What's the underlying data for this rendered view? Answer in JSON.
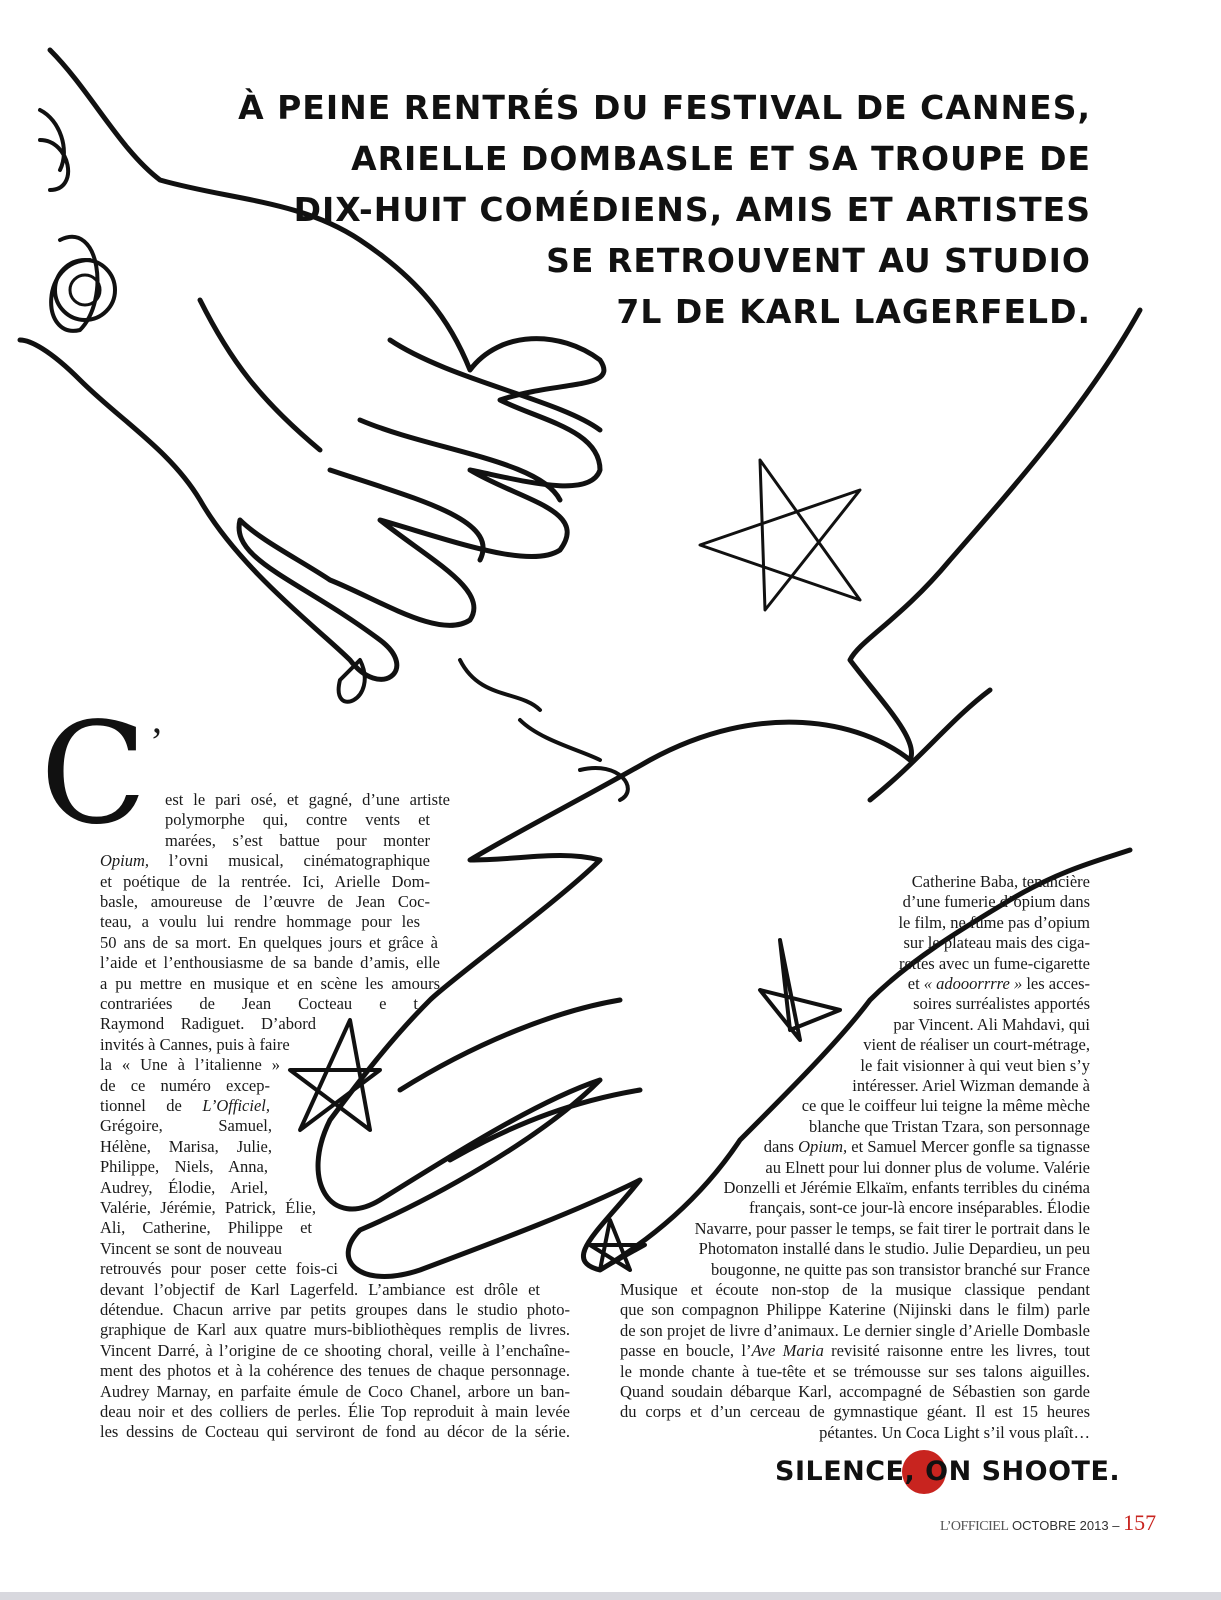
{
  "headline": [
    "À PEINE RENTRÉS DU FESTIVAL DE CANNES,",
    "ARIELLE DOMBASLE ET SA TROUPE DE",
    "DIX-HUIT COMÉDIENS, AMIS ET ARTISTES",
    "SE RETROUVENT AU STUDIO",
    "7L DE KARL LAGERFELD."
  ],
  "dropcap": "C",
  "dropcap_apostrophe": "’",
  "left_column": [
    "est le pari osé, et gagné, d’une artiste",
    "polymorphe qui, contre vents et",
    "marées, s’est battue pour monter",
    [
      [
        "Opium,",
        true
      ],
      [
        " l’ovni musical, cinématographique",
        false
      ]
    ],
    "et poétique de la rentrée. Ici, Arielle Dom-",
    "basle, amoureuse de l’œuvre de Jean Coc-",
    "teau, a voulu lui rendre hommage pour les",
    "50 ans de sa mort. En quelques jours et grâce à",
    "l’aide et l’enthousiasme de sa bande d’amis, elle",
    "a pu mettre en musique et en scène les amours",
    "contrariées de Jean Cocteau e t",
    "Raymond Radiguet. D’abord",
    "invités à Cannes, puis à faire",
    "la « Une à l’italienne »",
    "de ce numéro excep-",
    [
      [
        "tionnel de ",
        false
      ],
      [
        "L’Officiel,",
        true
      ]
    ],
    "Grégoire, Samuel,",
    "Hélène, Marisa, Julie,",
    "Philippe, Niels, Anna,",
    "Audrey, Élodie, Ariel,",
    "Valérie, Jérémie, Patrick, Élie,",
    "Ali, Catherine, Philippe et",
    "Vincent se sont de nouveau",
    "retrouvés pour poser cette fois-ci",
    "devant l’objectif de Karl Lagerfeld. L’ambiance est drôle et",
    "détendue. Chacun arrive par petits groupes dans le studio photo-",
    "graphique de Karl aux quatre murs-bibliothèques remplis de livres.",
    "Vincent Darré, à l’origine de ce shooting choral, veille à l’enchaîne-",
    "ment des photos et à la cohérence des tenues de chaque personnage.",
    "Audrey Marnay, en parfaite émule de Coco Chanel, arbore un ban-",
    "deau noir et des colliers de perles. Élie Top reproduit à main levée",
    "les dessins de Cocteau qui serviront de fond au décor de la série."
  ],
  "right_column": [
    "Catherine Baba, tenancière",
    "d’une fumerie d’opium dans",
    "le film, ne fume pas d’opium",
    "sur le plateau mais des ciga-",
    "rettes avec un fume-cigarette",
    [
      [
        "et ",
        false
      ],
      [
        "« adooorrrre »",
        true
      ],
      [
        " les acces-",
        false
      ]
    ],
    "soires surréalistes apportés",
    "par Vincent. Ali Mahdavi, qui",
    "vient de réaliser un court-métrage,",
    "le fait visionner à qui veut bien s’y",
    "intéresser. Ariel Wizman demande à",
    "ce que le coiffeur lui teigne la même mèche",
    "blanche que Tristan Tzara, son personnage",
    [
      [
        "dans ",
        false
      ],
      [
        "Opium,",
        true
      ],
      [
        " et Samuel Mercer gonfle sa tignasse",
        false
      ]
    ],
    "au Elnett pour lui donner plus de volume. Valérie",
    "Donzelli et Jérémie Elkaïm, enfants terribles du cinéma",
    "français, sont-ce jour-là encore inséparables. Élodie",
    "Navarre, pour passer le temps, se fait tirer le portrait dans le",
    "Photomaton installé dans le studio. Julie Depardieu, un peu",
    "bougonne, ne quitte pas son transistor branché sur France",
    "Musique et écoute non-stop de la musique classique pendant",
    "que son compagnon Philippe Katerine (Nijinski dans le film) parle",
    "de son projet de livre d’animaux. Le dernier single d’Arielle Dombasle",
    [
      [
        "passe en boucle, l’",
        false
      ],
      [
        "Ave Maria",
        true
      ],
      [
        " revisité raisonne entre les livres, tout",
        false
      ]
    ],
    "le monde chante à tue-tête et se trémousse sur ses talons aiguilles.",
    "Quand soudain débarque Karl, accompagné de Sébastien son garde",
    "du corps et d’un cerceau de gymnastique géant. Il est 15 heures",
    "pétantes. Un Coca Light s’il vous plaît…"
  ],
  "closing": "SILENCE, ON SHOOTE.",
  "footer": {
    "logo": "L’OFFICIEL",
    "issue": "OCTOBRE 2013 –",
    "page_number": "157"
  },
  "colors": {
    "accent_red": "#c8241f",
    "ink": "#111111"
  }
}
